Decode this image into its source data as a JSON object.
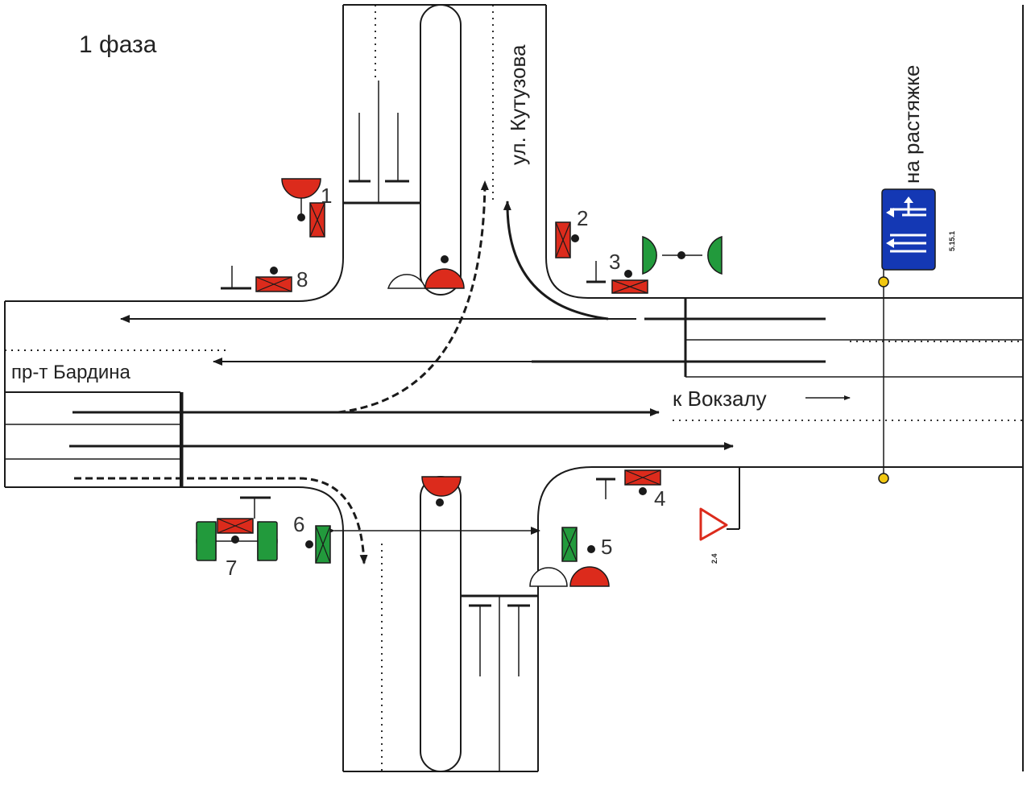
{
  "phase_label": "1  фаза",
  "streets": {
    "south_north": "ул. Кутузова",
    "east_west": "пр-т Бардина",
    "direction_label": "к Вокзалу"
  },
  "gantry_label": "на растяжке",
  "sign_codes": {
    "lane_sign": "5.15.1",
    "yield_sign": "2.4"
  },
  "signal_numbers": [
    "1",
    "2",
    "3",
    "4",
    "5",
    "6",
    "7",
    "8"
  ],
  "colors": {
    "red": "#dc2b1c",
    "green": "#229a3c",
    "sign_blue": "#1438b4",
    "gantry_post": "#f2c811",
    "line": "#1a1a1a"
  }
}
